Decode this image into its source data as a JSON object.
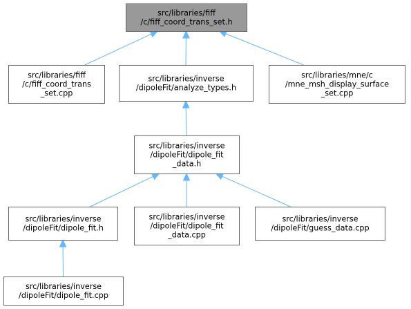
{
  "graph": {
    "nodes": [
      {
        "id": "n0",
        "focus": true,
        "lines": [
          "src/libraries/fiff",
          "/c/fiff_coord_trans_set.h"
        ]
      },
      {
        "id": "n1",
        "lines": [
          "src/libraries/fiff",
          "/c/fiff_coord_trans",
          "_set.cpp"
        ]
      },
      {
        "id": "n2",
        "lines": [
          "src/libraries/inverse",
          "/dipoleFit/analyze_types.h"
        ]
      },
      {
        "id": "n3",
        "lines": [
          "src/libraries/mne/c",
          "/mne_msh_display_surface",
          "_set.cpp"
        ]
      },
      {
        "id": "n4",
        "lines": [
          "src/libraries/inverse",
          "/dipoleFit/dipole_fit",
          "_data.h"
        ]
      },
      {
        "id": "n5",
        "lines": [
          "src/libraries/inverse",
          "/dipoleFit/dipole_fit.h"
        ]
      },
      {
        "id": "n6",
        "lines": [
          "src/libraries/inverse",
          "/dipoleFit/dipole_fit",
          "_data.cpp"
        ]
      },
      {
        "id": "n7",
        "lines": [
          "src/libraries/inverse",
          "/dipoleFit/guess_data.cpp"
        ]
      },
      {
        "id": "n8",
        "lines": [
          "src/libraries/inverse",
          "/dipoleFit/dipole_fit.cpp"
        ]
      }
    ],
    "edges": [
      {
        "from": "n0",
        "to": "n1"
      },
      {
        "from": "n0",
        "to": "n2"
      },
      {
        "from": "n0",
        "to": "n3"
      },
      {
        "from": "n2",
        "to": "n4"
      },
      {
        "from": "n4",
        "to": "n5"
      },
      {
        "from": "n4",
        "to": "n6"
      },
      {
        "from": "n4",
        "to": "n7"
      },
      {
        "from": "n5",
        "to": "n8"
      }
    ],
    "colors": {
      "focus_fill": "#999999",
      "node_fill": "#ffffff",
      "node_border": "#666666",
      "edge": "#63b8ff",
      "text": "#000000"
    }
  }
}
